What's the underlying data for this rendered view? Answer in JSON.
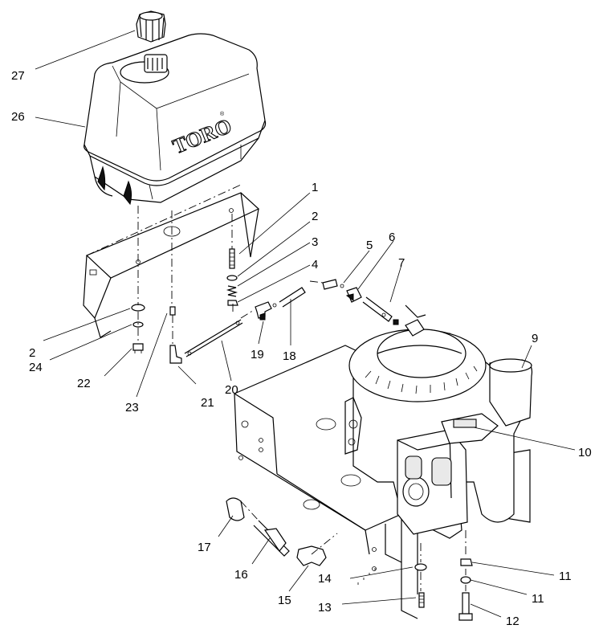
{
  "diagram": {
    "brand_logo": "TORO",
    "callouts": [
      {
        "id": "c27",
        "label": "27"
      },
      {
        "id": "c26",
        "label": "26"
      },
      {
        "id": "c1",
        "label": "1"
      },
      {
        "id": "c2a",
        "label": "2"
      },
      {
        "id": "c3",
        "label": "3"
      },
      {
        "id": "c4",
        "label": "4"
      },
      {
        "id": "c5",
        "label": "5"
      },
      {
        "id": "c6",
        "label": "6"
      },
      {
        "id": "c7",
        "label": "7"
      },
      {
        "id": "c9",
        "label": "9"
      },
      {
        "id": "c2b",
        "label": "2"
      },
      {
        "id": "c24",
        "label": "24"
      },
      {
        "id": "c22",
        "label": "22"
      },
      {
        "id": "c23",
        "label": "23"
      },
      {
        "id": "c21",
        "label": "21"
      },
      {
        "id": "c20",
        "label": "20"
      },
      {
        "id": "c19",
        "label": "19"
      },
      {
        "id": "c18",
        "label": "18"
      },
      {
        "id": "c10",
        "label": "10"
      },
      {
        "id": "c17",
        "label": "17"
      },
      {
        "id": "c16",
        "label": "16"
      },
      {
        "id": "c15",
        "label": "15"
      },
      {
        "id": "c14",
        "label": "14"
      },
      {
        "id": "c13",
        "label": "13"
      },
      {
        "id": "c11a",
        "label": "11"
      },
      {
        "id": "c11b",
        "label": "11"
      },
      {
        "id": "c12",
        "label": "12"
      }
    ]
  }
}
